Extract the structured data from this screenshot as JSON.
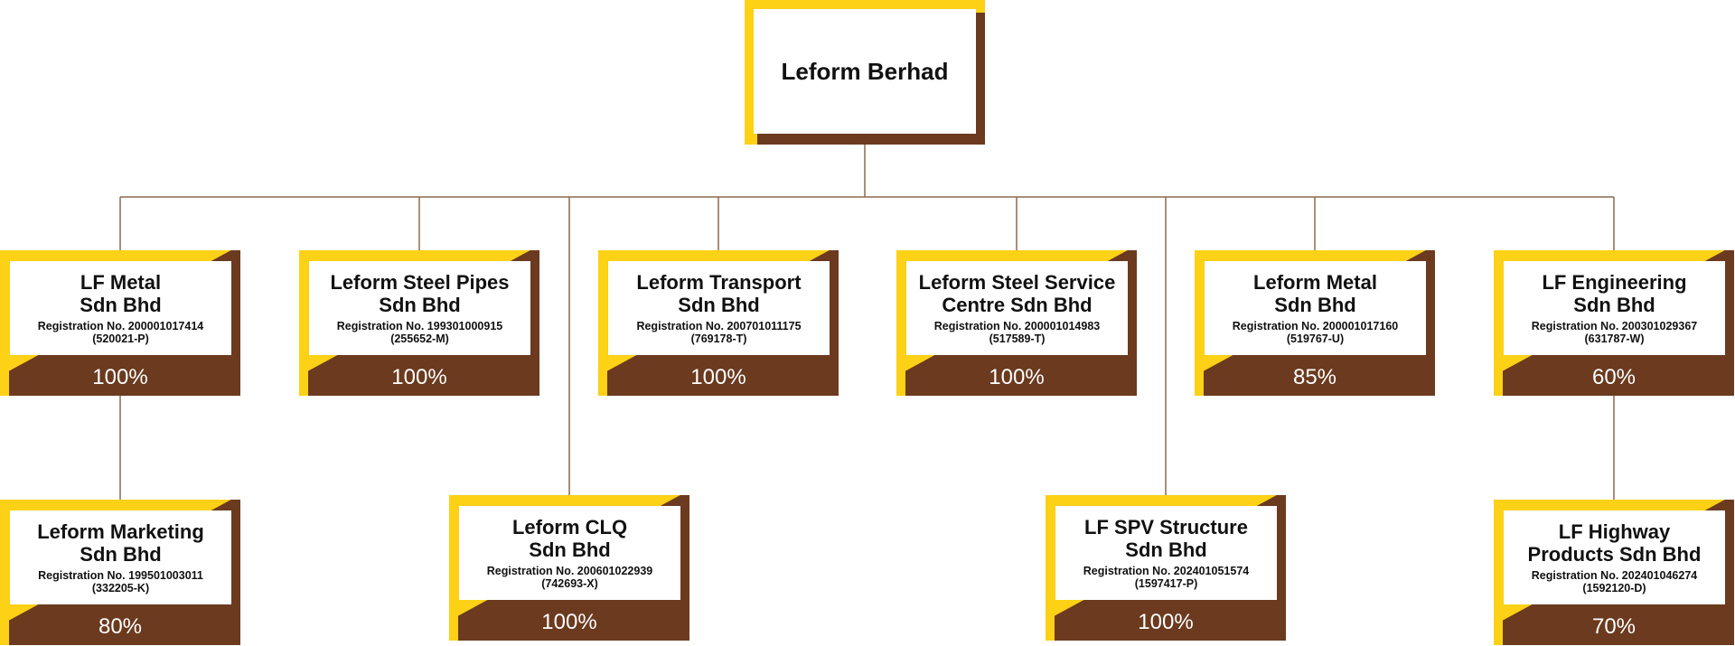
{
  "root": {
    "name": "Leform Berhad"
  },
  "colors": {
    "accent_yellow": "#fcd116",
    "brown": "#6b3a1f",
    "line": "#8b6a4f"
  },
  "companies": [
    {
      "line1": "LF Metal",
      "line2": "Sdn Bhd",
      "reg_label": "Registration No.",
      "reg_no": "200001017414",
      "reg_old": "(520021-P)",
      "percent": "100%"
    },
    {
      "line1": "Leform Steel Pipes",
      "line2": "Sdn Bhd",
      "reg_label": "Registration No.",
      "reg_no": "199301000915",
      "reg_old": "(255652-M)",
      "percent": "100%"
    },
    {
      "line1": "Leform Transport",
      "line2": "Sdn Bhd",
      "reg_label": "Registration No.",
      "reg_no": "200701011175",
      "reg_old": "(769178-T)",
      "percent": "100%"
    },
    {
      "line1": "Leform Steel Service",
      "line2": "Centre Sdn Bhd",
      "reg_label": "Registration No.",
      "reg_no": "200001014983",
      "reg_old": "(517589-T)",
      "percent": "100%"
    },
    {
      "line1": "Leform Metal",
      "line2": "Sdn Bhd",
      "reg_label": "Registration No.",
      "reg_no": "200001017160",
      "reg_old": "(519767-U)",
      "percent": "85%"
    },
    {
      "line1": "LF Engineering",
      "line2": "Sdn Bhd",
      "reg_label": "Registration No.",
      "reg_no": "200301029367",
      "reg_old": "(631787-W)",
      "percent": "60%"
    },
    {
      "line1": "Leform Marketing",
      "line2": "Sdn Bhd",
      "reg_label": "Registration No.",
      "reg_no": "199501003011",
      "reg_old": "(332205-K)",
      "percent": "80%"
    },
    {
      "line1": "Leform CLQ",
      "line2": "Sdn Bhd",
      "reg_label": "Registration No.",
      "reg_no": "200601022939",
      "reg_old": "(742693-X)",
      "percent": "100%"
    },
    {
      "line1": "LF SPV Structure",
      "line2": "Sdn Bhd",
      "reg_label": "Registration No.",
      "reg_no": "202401051574",
      "reg_old": "(1597417-P)",
      "percent": "100%"
    },
    {
      "line1": "LF Highway",
      "line2": "Products Sdn Bhd",
      "reg_label": "Registration No.",
      "reg_no": "202401046274",
      "reg_old": "(1592120-D)",
      "percent": "70%"
    }
  ]
}
